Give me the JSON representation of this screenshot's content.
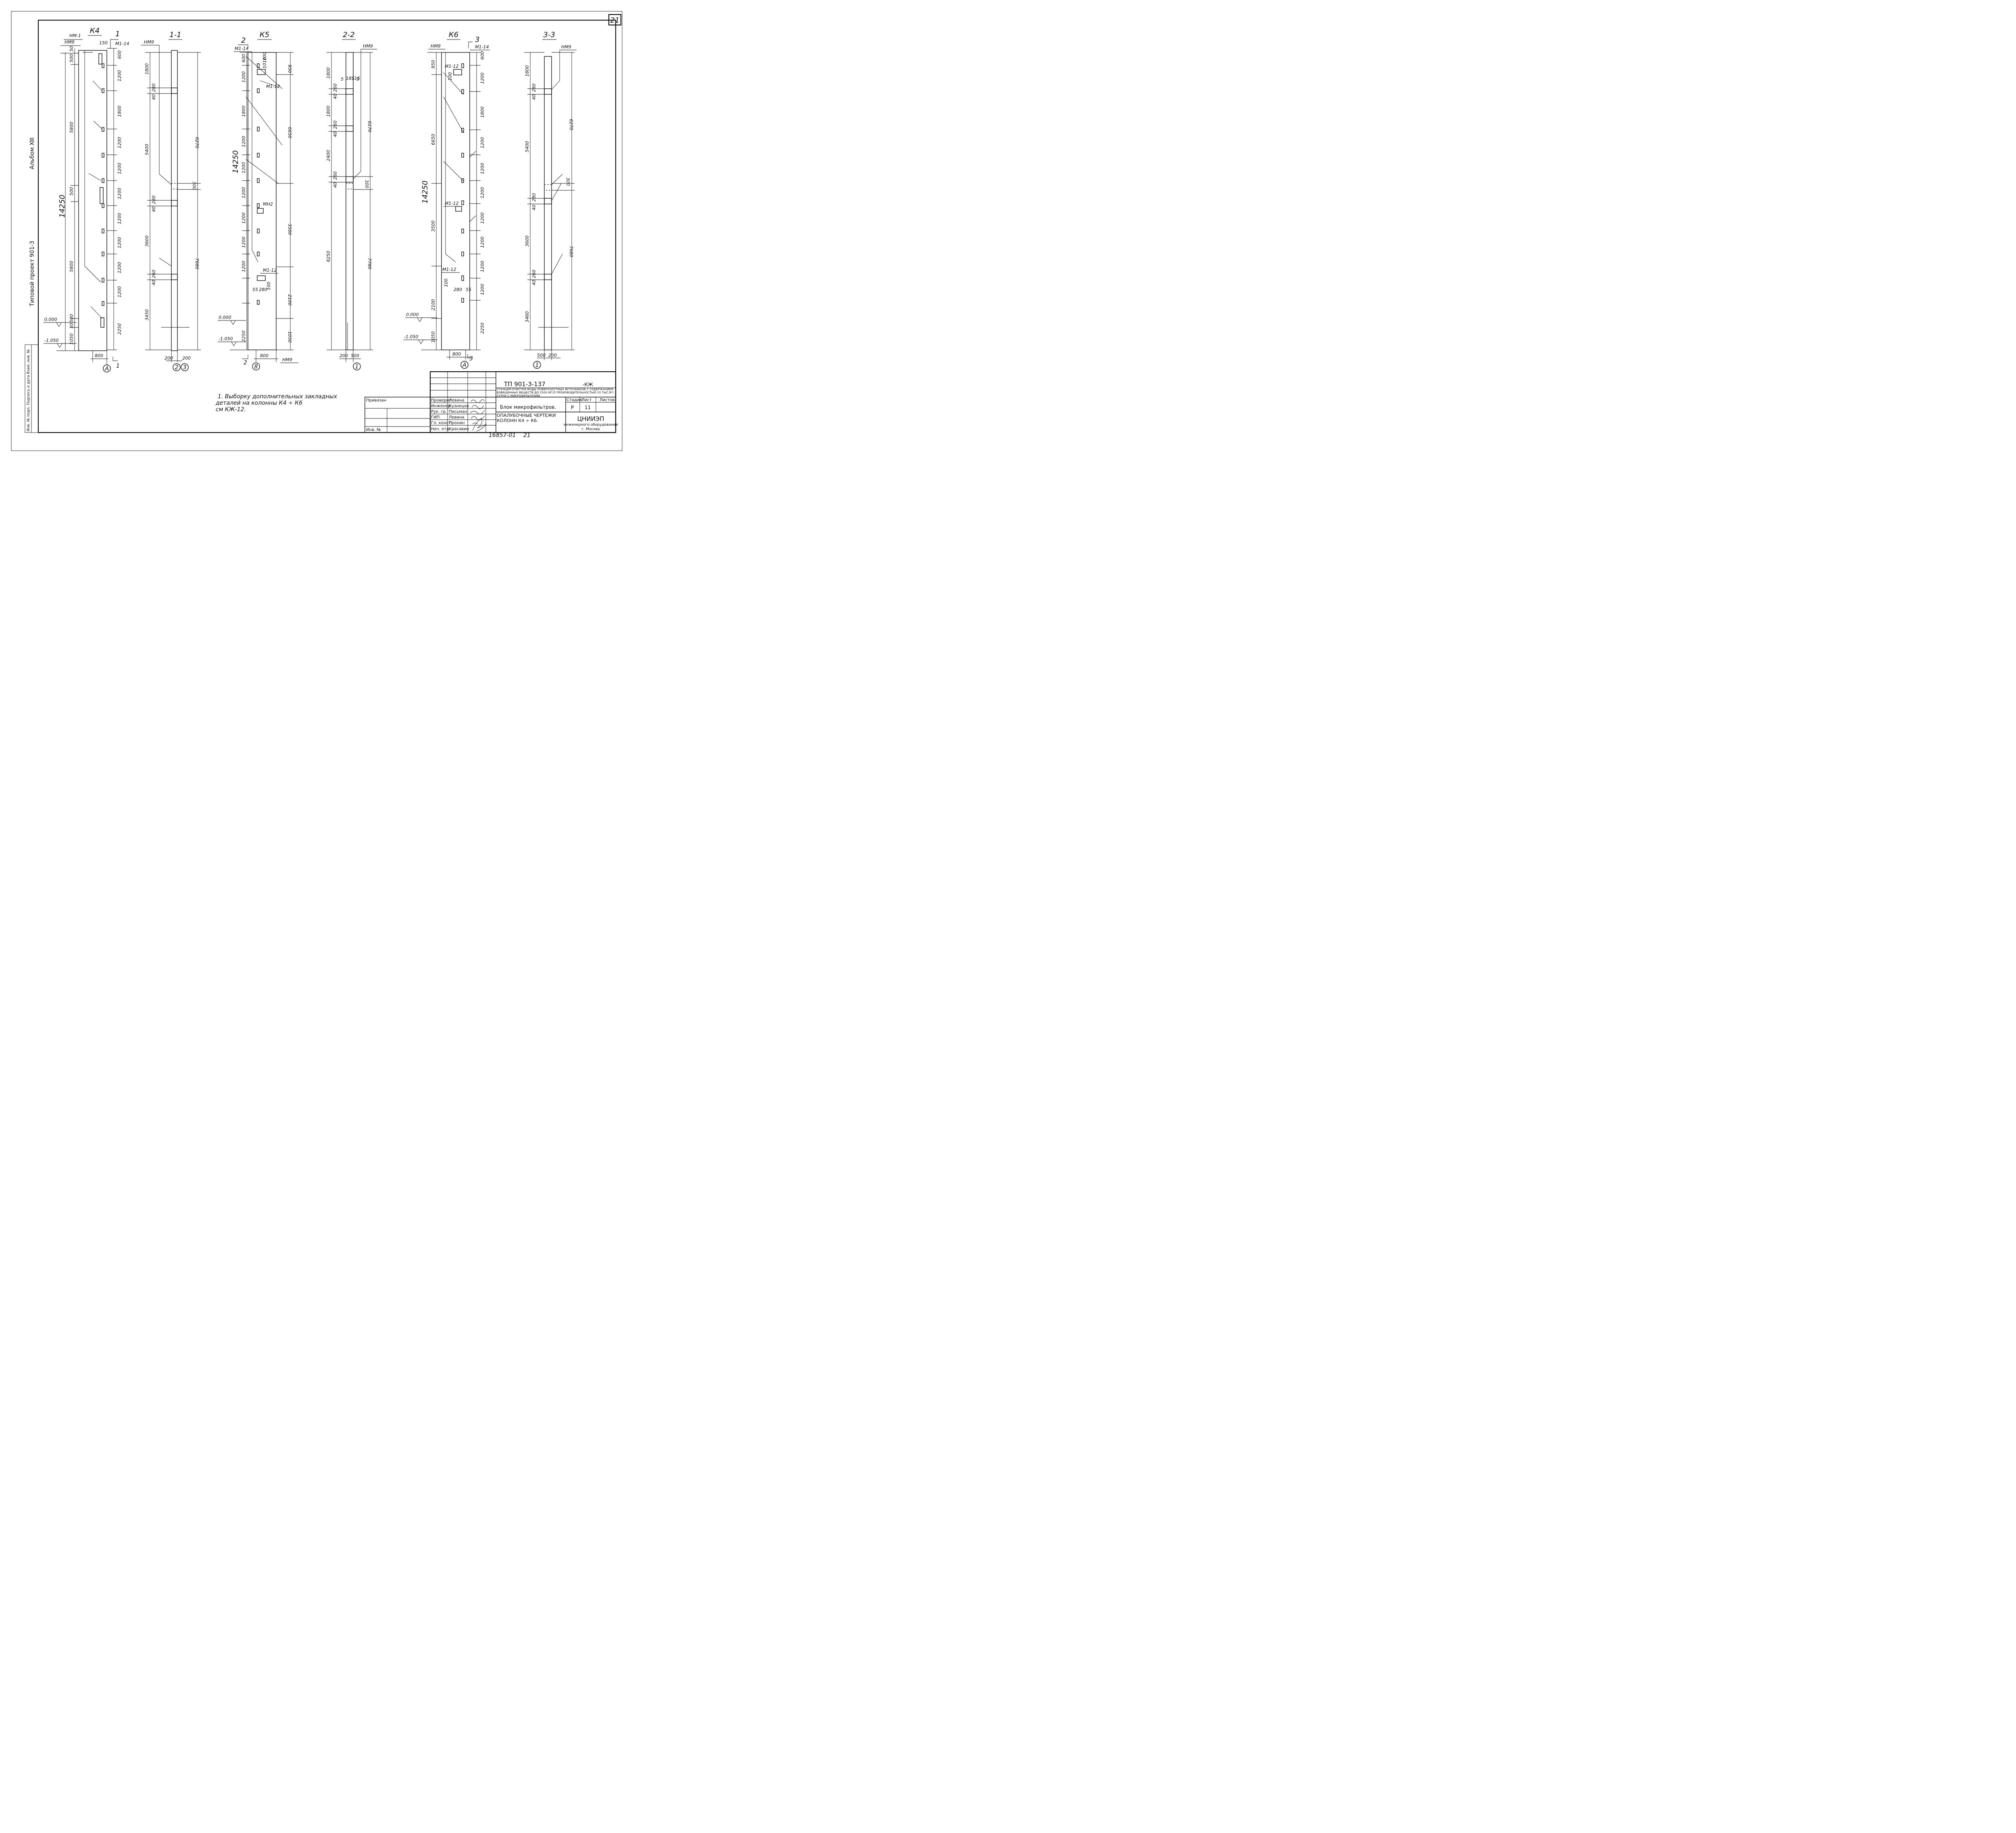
{
  "sheet_number": "21",
  "margin_left": {
    "project": "Типовой проект 901-3",
    "album": "Альбом ⅫⅠ",
    "inv_stamp": "Инв. № подл. Подпись и дата Взам. инв. №"
  },
  "columns": [
    {
      "key": "k4",
      "title": "К4",
      "section_mark": "1",
      "marks": [
        "НМ-1",
        "НМ9",
        "150",
        "М1-14"
      ],
      "dims_outer": [
        "50",
        "500",
        "5800",
        "500",
        "14250",
        "5800",
        "500",
        "50",
        "1050"
      ],
      "dims_inner": [
        "600",
        "1200",
        "1800",
        "1200",
        "1200",
        "1200",
        "1200",
        "1200",
        "1200",
        "1200",
        "2250"
      ],
      "levels": [
        "0.000",
        "-1.050"
      ],
      "width": "800",
      "axis": "А",
      "section_ref": "1"
    },
    {
      "key": "s1",
      "title": "1-1",
      "marks": [
        "НМ9"
      ],
      "dims_left": [
        "1800",
        "280",
        "40",
        "5400",
        "280",
        "40",
        "3600",
        "260",
        "40",
        "3450"
      ],
      "dims_right": [
        "6270",
        "300",
        "7680"
      ],
      "width": [
        "200",
        "200"
      ],
      "axes": [
        "2",
        "3"
      ]
    },
    {
      "key": "k5",
      "title": "К5",
      "section_mark": "2",
      "marks": [
        "М1-14",
        "М1-12",
        "МН2",
        "М1-12"
      ],
      "dims_left": [
        "600",
        "1200",
        "1800",
        "1200",
        "1200",
        "1200",
        "1200",
        "1200",
        "1200",
        "14250",
        "2250"
      ],
      "dims_right": [
        "950",
        "100",
        "1010",
        "6650",
        "3500",
        "2100",
        "1050"
      ],
      "dims_small": [
        "55",
        "280",
        "100"
      ],
      "levels": [
        "0.000",
        "-1.050"
      ],
      "width": "800",
      "axis": "8",
      "section_ref": "2",
      "extra": "НМ9"
    },
    {
      "key": "s2",
      "title": "2-2",
      "marks": [
        "НМ9"
      ],
      "dims_left": [
        "1800",
        "260",
        "40",
        "1800",
        "260",
        "40",
        "2400",
        "260",
        "40",
        "8250"
      ],
      "dims_right": [
        "6170",
        "300",
        "7780"
      ],
      "dims_small": [
        "5",
        "185",
        "115",
        "5"
      ],
      "width": [
        "200",
        "500"
      ],
      "axes": [
        "1"
      ]
    },
    {
      "key": "k6",
      "title": "К6",
      "section_mark": "3",
      "marks": [
        "НМ9",
        "М1-14",
        "М1-12",
        "М1-12",
        "М1-12"
      ],
      "dims_left": [
        "950",
        "6650",
        "14250",
        "3500",
        "2100",
        "1050"
      ],
      "dims_right": [
        "600",
        "1200",
        "1800",
        "1200",
        "1200",
        "1200",
        "1200",
        "1200",
        "1200",
        "1200",
        "2250"
      ],
      "dims_small": [
        "100",
        "100",
        "280",
        "55"
      ],
      "levels": [
        "0.000",
        "-1.050"
      ],
      "width": "800",
      "axis": "А",
      "section_ref": "3"
    },
    {
      "key": "s3",
      "title": "3-3",
      "marks": [
        "НМ9"
      ],
      "dims_left": [
        "1800",
        "280",
        "40",
        "5400",
        "280",
        "40",
        "3600",
        "260",
        "40",
        "3460"
      ],
      "dims_right": [
        "6270",
        "300",
        "7680"
      ],
      "width": [
        "500",
        "200"
      ],
      "axes": [
        "1"
      ]
    }
  ],
  "note": {
    "line1": "1. Выборку дополнительных закладных",
    "line2": "деталей на колонны К4 ÷ К6",
    "line3": "см   КЖ-12."
  },
  "title_block": {
    "privyazan": "Привязан",
    "inv_no": "Инв. №",
    "roles": [
      "Проверил",
      "Инженер",
      "Рук. гр.",
      "ГИП",
      "Гл. конст.",
      "Нач. отд."
    ],
    "names": [
      "Левина",
      "Кузнецов",
      "Письман",
      "Левина",
      "Пронин",
      "Красавин"
    ],
    "doc_code": "ТП 901-3-137",
    "doc_suffix": "-КЖ",
    "station": "Станция очистки воды поверхностных источников с содержанием взвешенных веществ до 2500 мг/л производительностью 20 тыс.м³/сутки с микрофильтрами.",
    "block": "Блок микрофильтров.",
    "drawing": "Опалубочные чертежи колонн К4 ÷ К6.",
    "stage_label": "Стадия",
    "sheet_label": "Лист",
    "sheets_label": "Листов",
    "stage": "Р",
    "sheet": "11",
    "org": "ЦНИИЭП",
    "org_sub": "инженерного оборудования",
    "org_city": "г. Москва"
  },
  "footer": {
    "archive": "16857-01",
    "page": "21"
  }
}
